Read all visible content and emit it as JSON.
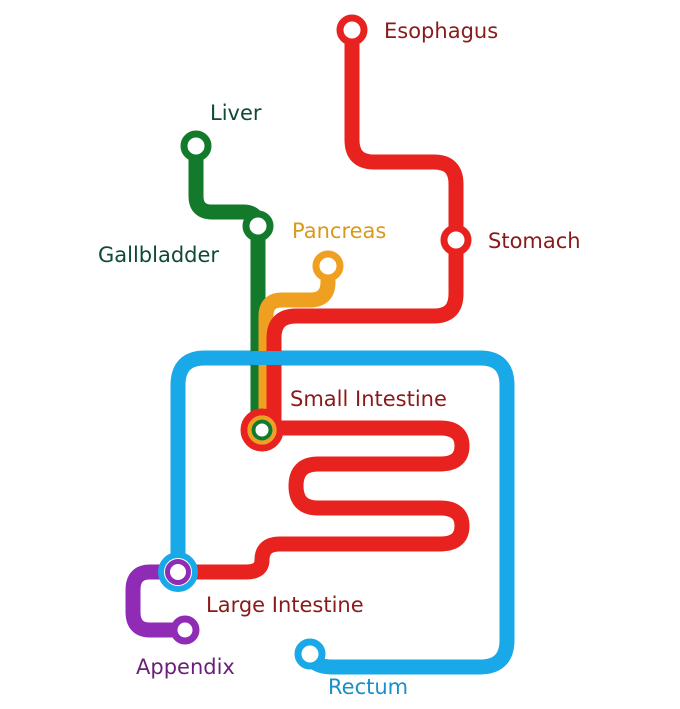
{
  "colors": {
    "digestive_tract": "#e8231f",
    "biliary": "#137a2c",
    "pancreatic": "#f0a020",
    "colon": "#1aa9e8",
    "appendix": "#8f2bb5",
    "label_red": "#8a1a1a",
    "label_dark_green": "#0f4a34",
    "label_gold": "#d99a1c",
    "label_blue": "#1a8fc8",
    "label_purple": "#6a1f7a"
  },
  "stations": {
    "esophagus": "Esophagus",
    "stomach": "Stomach",
    "liver": "Liver",
    "gallbladder": "Gallbladder",
    "pancreas": "Pancreas",
    "small_intestine": "Small Intestine",
    "large_intestine": "Large Intestine",
    "appendix": "Appendix",
    "rectum": "Rectum"
  }
}
